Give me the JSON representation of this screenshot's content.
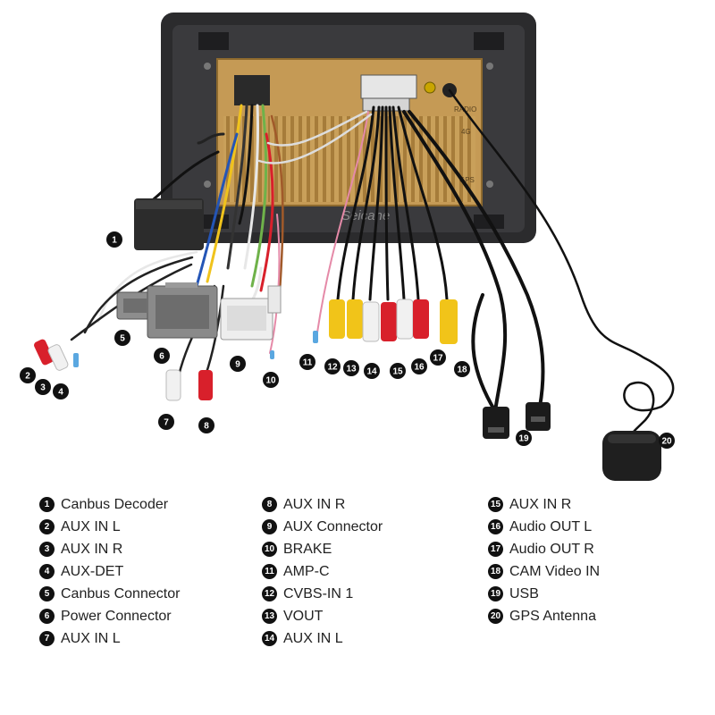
{
  "brand": "Seicane",
  "panel_labels": {
    "radio": "RADIO",
    "fourg": "4G",
    "gps": "GPS"
  },
  "callouts": [
    "1",
    "2",
    "3",
    "4",
    "5",
    "6",
    "7",
    "8",
    "9",
    "10",
    "11",
    "12",
    "13",
    "14",
    "15",
    "16",
    "17",
    "18",
    "19",
    "20"
  ],
  "legend": {
    "col1": [
      {
        "num": "1",
        "label": "Canbus Decoder"
      },
      {
        "num": "2",
        "label": "AUX IN L"
      },
      {
        "num": "3",
        "label": "AUX IN R"
      },
      {
        "num": "4",
        "label": "AUX-DET"
      },
      {
        "num": "5",
        "label": "Canbus Connector"
      },
      {
        "num": "6",
        "label": "Power Connector"
      },
      {
        "num": "7",
        "label": "AUX IN L"
      }
    ],
    "col2": [
      {
        "num": "8",
        "label": "AUX IN R"
      },
      {
        "num": "9",
        "label": "AUX Connector"
      },
      {
        "num": "10",
        "label": "BRAKE"
      },
      {
        "num": "11",
        "label": "AMP-C"
      },
      {
        "num": "12",
        "label": "CVBS-IN 1"
      },
      {
        "num": "13",
        "label": "VOUT"
      },
      {
        "num": "14",
        "label": "AUX IN L"
      }
    ],
    "col3": [
      {
        "num": "15",
        "label": "AUX IN R"
      },
      {
        "num": "16",
        "label": "Audio OUT L"
      },
      {
        "num": "17",
        "label": "Audio OUT R"
      },
      {
        "num": "18",
        "label": "CAM Video IN"
      },
      {
        "num": "19",
        "label": "USB"
      },
      {
        "num": "20",
        "label": "GPS Antenna"
      }
    ]
  },
  "colors": {
    "panel": "#c59a55",
    "frame": "#2b2b2d",
    "rca_red": "#d8202b",
    "rca_white": "#f1f1f1",
    "rca_yellow": "#f1c419",
    "callout_bg": "#111111"
  }
}
